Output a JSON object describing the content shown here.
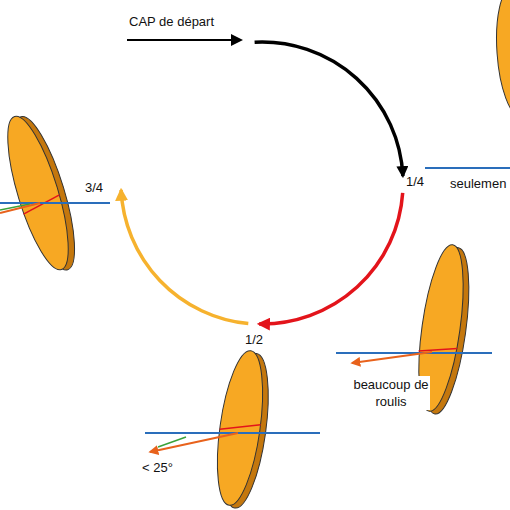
{
  "diagram": {
    "labels": [
      "CAP de départ",
      "1/4",
      "seulemen",
      "1/2",
      "3/4",
      "beaucoup de roulis",
      "< 25°"
    ]
  }
}
